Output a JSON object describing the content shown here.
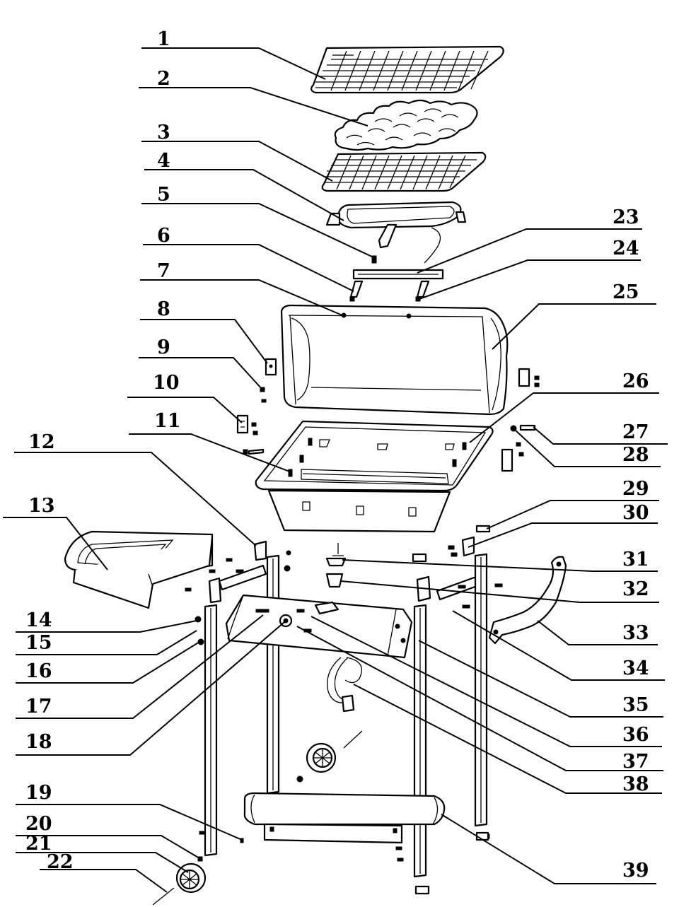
{
  "diagram": {
    "type": "exploded parts diagram",
    "subject": "gas grill",
    "left_labels": [
      "1",
      "2",
      "3",
      "4",
      "5",
      "6",
      "7",
      "8",
      "9",
      "10",
      "11",
      "12",
      "13",
      "14",
      "15",
      "16",
      "17",
      "18",
      "19",
      "20",
      "21",
      "22"
    ],
    "right_labels": [
      "23",
      "24",
      "25",
      "26",
      "27",
      "28",
      "29",
      "30",
      "31",
      "32",
      "33",
      "34",
      "35",
      "36",
      "37",
      "38",
      "39"
    ]
  }
}
